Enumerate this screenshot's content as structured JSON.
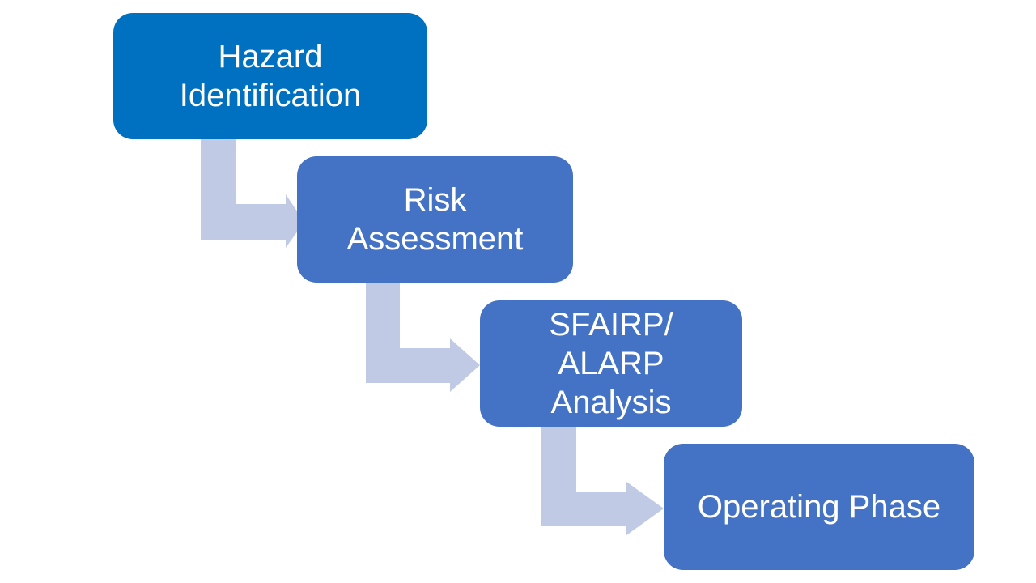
{
  "diagram": {
    "steps": [
      {
        "label": "Hazard\nIdentification",
        "color": "#0070C0"
      },
      {
        "label": "Risk\nAssessment",
        "color": "#4472C4"
      },
      {
        "label": "SFAIRP/ ALARP\nAnalysis",
        "color": "#4472C4"
      },
      {
        "label": "Operating Phase",
        "color": "#4472C4"
      }
    ],
    "connector_color": "#C0CAE4"
  }
}
